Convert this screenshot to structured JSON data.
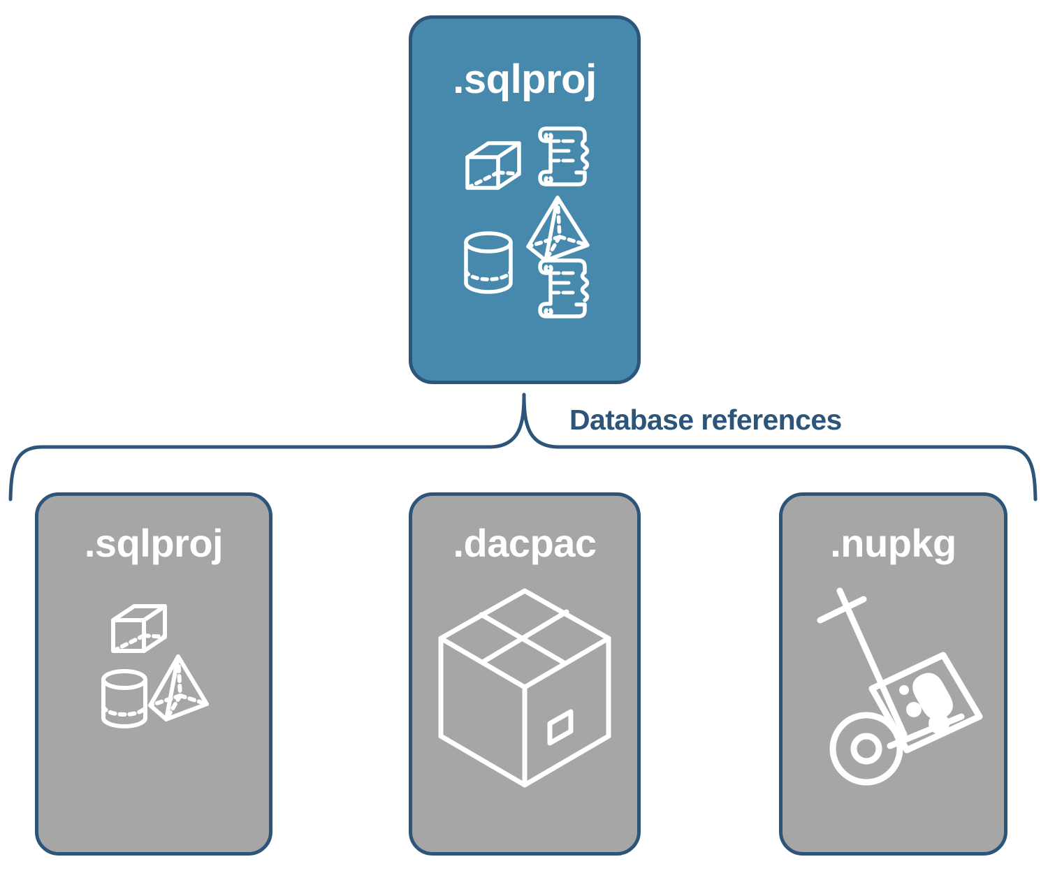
{
  "diagram": {
    "type": "hierarchy-brace",
    "colors": {
      "primary_fill": "#4689ac",
      "secondary_fill": "#a6a6a6",
      "stroke": "#2d5579",
      "icon": "#ffffff",
      "background": "#ffffff"
    },
    "root": {
      "label": ".sqlproj",
      "fill": "primary",
      "icons": [
        "cube-icon",
        "scroll-icon",
        "pyramid-icon",
        "cylinder-icon",
        "scroll-icon"
      ]
    },
    "connector": {
      "label": "Database references",
      "style": "curly-brace"
    },
    "children": [
      {
        "label": ".sqlproj",
        "fill": "secondary",
        "icons": [
          "cube-icon",
          "pyramid-icon",
          "cylinder-icon"
        ]
      },
      {
        "label": ".dacpac",
        "fill": "secondary",
        "icons": [
          "package-box-icon"
        ]
      },
      {
        "label": ".nupkg",
        "fill": "secondary",
        "icons": [
          "hand-truck-icon",
          "nuget-package-icon"
        ]
      }
    ]
  }
}
